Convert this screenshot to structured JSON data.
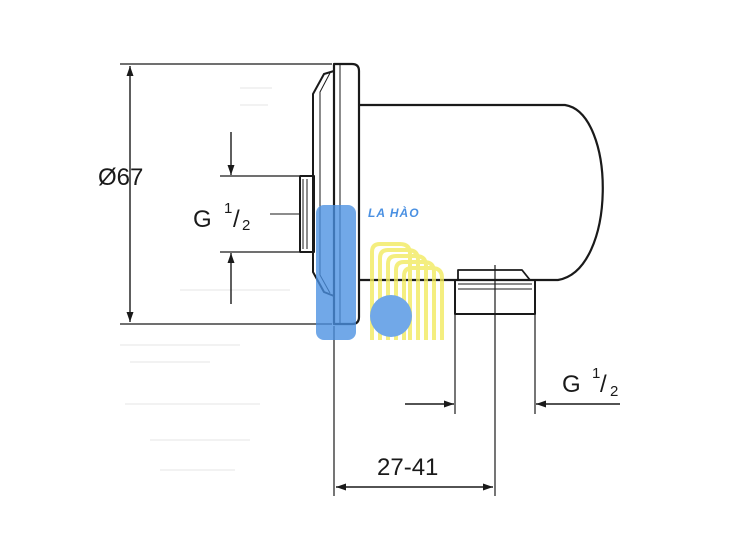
{
  "dimensions": {
    "diameter": "Ø67",
    "inlet_thread": {
      "letter": "G",
      "numerator": "1",
      "slash": "/",
      "denominator": "2"
    },
    "outlet_thread": {
      "letter": "G",
      "numerator": "1",
      "slash": "/",
      "denominator": "2"
    },
    "projection": "27-41"
  },
  "watermark": {
    "text": "LA HÀO",
    "blue": "#4a90e2",
    "yellow": "#f2ea5c"
  },
  "colors": {
    "line": "#1a1a1a",
    "faint": "#c8c8c8"
  }
}
